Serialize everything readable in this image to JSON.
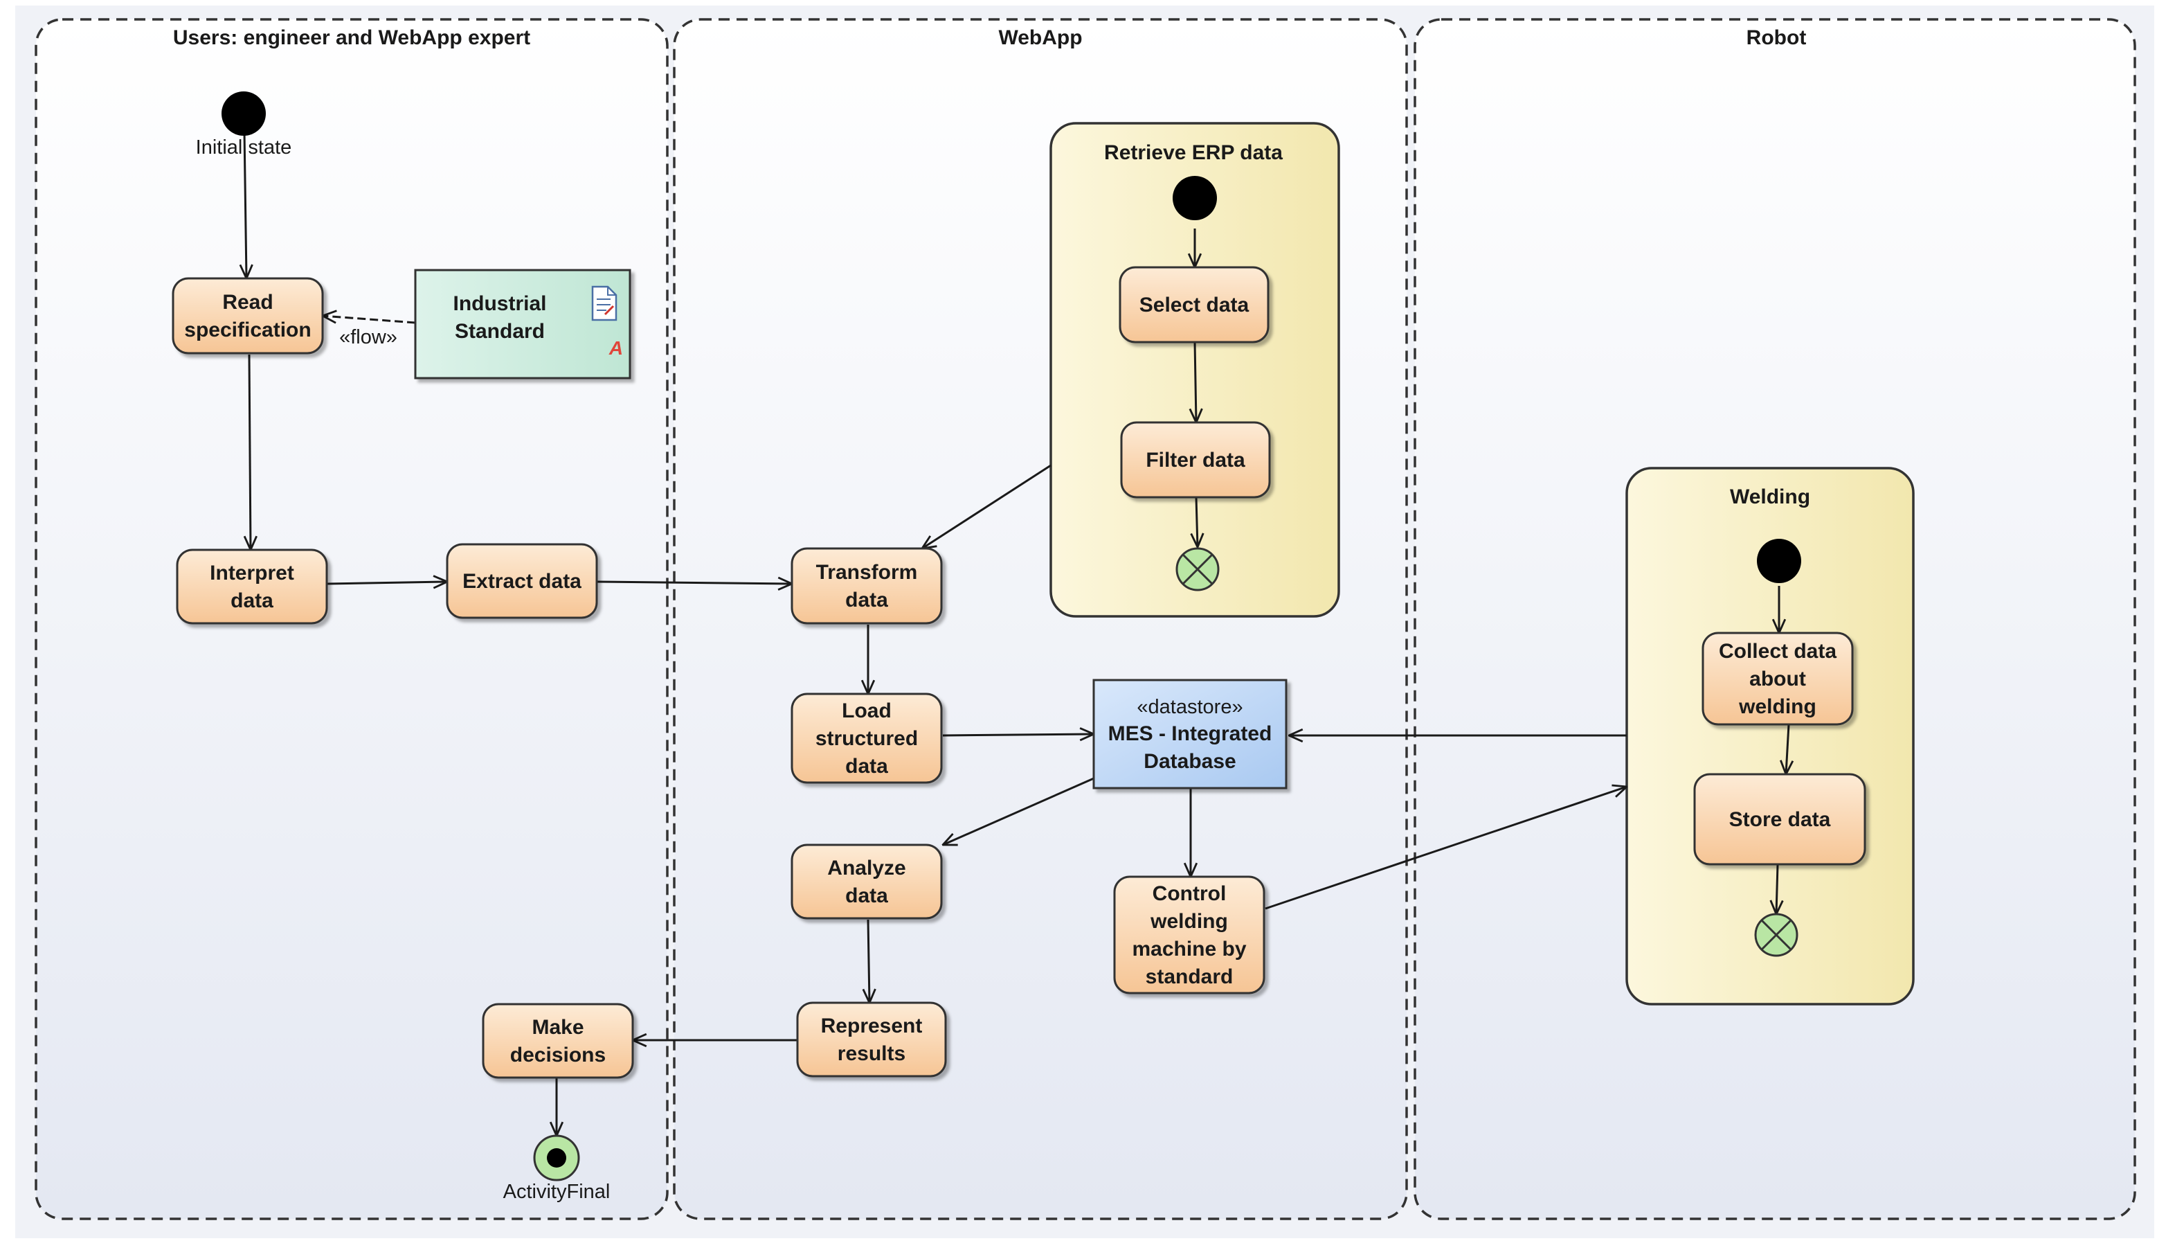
{
  "lanes": {
    "users": "Users: engineer and WebApp expert",
    "webapp": "WebApp",
    "robot": "Robot"
  },
  "regions": {
    "erp": "Retrieve ERP data",
    "welding": "Welding"
  },
  "nodes": {
    "initial_label": "Initial state",
    "final_label": "ActivityFinal"
  },
  "activities": {
    "read_spec": [
      "Read",
      "specification"
    ],
    "interpret": [
      "Interpret",
      "data"
    ],
    "extract": [
      "Extract data"
    ],
    "transform": [
      "Transform",
      "data"
    ],
    "load": [
      "Load",
      "structured",
      "data"
    ],
    "analyze": [
      "Analyze",
      "data"
    ],
    "represent": [
      "Represent",
      "results"
    ],
    "make_decisions": [
      "Make",
      "decisions"
    ],
    "select": [
      "Select data"
    ],
    "filter": [
      "Filter data"
    ],
    "control": [
      "Control",
      "welding",
      "machine by",
      "standard"
    ],
    "collect": [
      "Collect data",
      "about",
      "welding"
    ],
    "store": [
      "Store data"
    ]
  },
  "datastore": {
    "stereotype": "«datastore»",
    "name": [
      "MES - Integrated",
      "Database"
    ]
  },
  "artifact": {
    "name": [
      "Industrial",
      "Standard"
    ],
    "badge": "A"
  },
  "edge_labels": {
    "flow": "«flow»"
  },
  "colors": {
    "activity_fill_top": "#fde8cf",
    "activity_fill_bottom": "#f7c899",
    "datastore_fill": "#c5dcf7",
    "artifact_fill": "#d3efe3",
    "region_fill": "#f8f0c6",
    "lane_fill": "#eef1f8",
    "final_fill": "#b9e6a4"
  }
}
